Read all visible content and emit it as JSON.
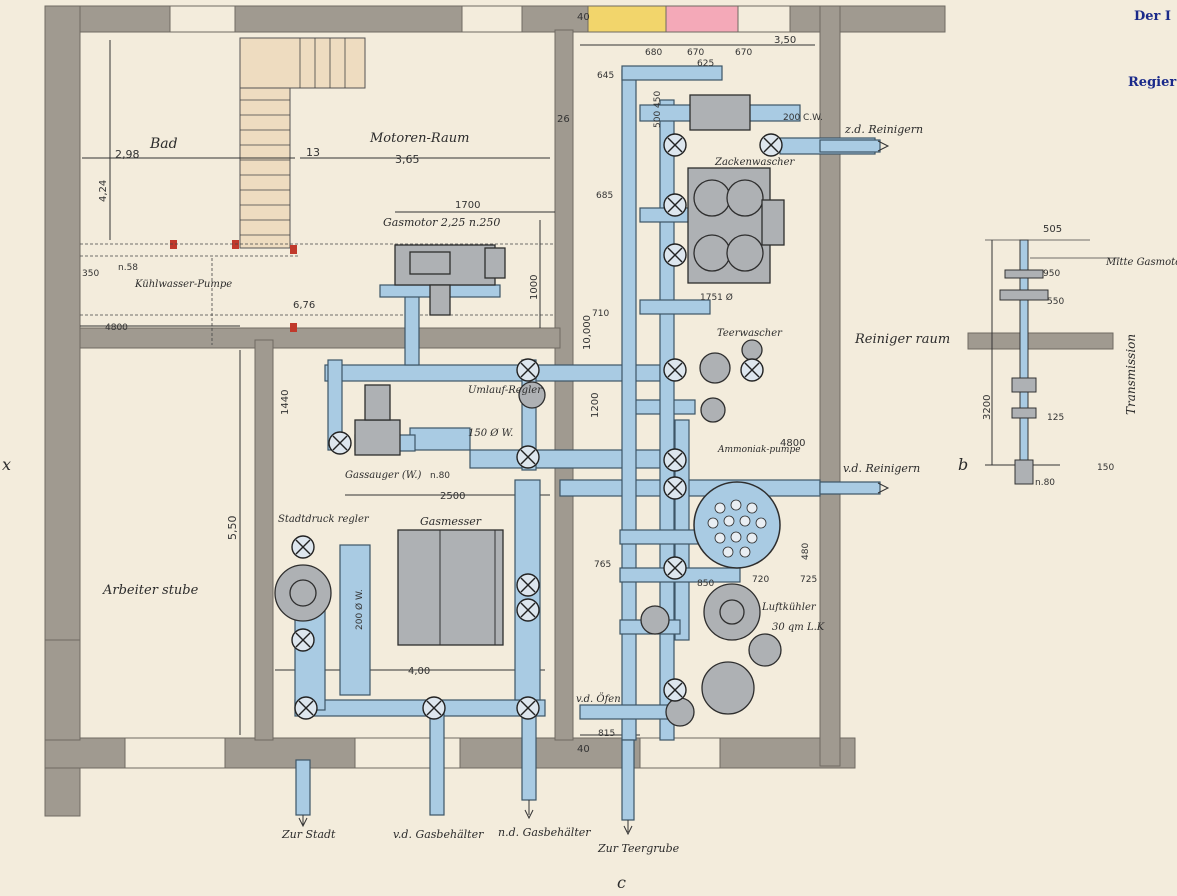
{
  "header": {
    "line1": "Der I",
    "line2": "Regier"
  },
  "rooms": {
    "bath": "Bad",
    "engine_room": "Motoren-Raum",
    "purifier_room": "Reiniger raum",
    "workers_room": "Arbeiter stube"
  },
  "equipment": {
    "gas_engine": "Gasmotor 2,25 n.250",
    "cooling_pump": "Kühlwasser-Pumpe",
    "gas_extractor": "Gassauger (W.)",
    "bypass_regulator": "Umlauf-Regler",
    "bypass_regulator_size": "150 Ø W.",
    "gas_meter": "Gasmesser",
    "city_pressure_regulator": "Stadtdruck regler",
    "tooth_washer": "Zackenwascher",
    "tar_washer": "Teerwascher",
    "ammonia_pump": "Ammoniak-pumpe",
    "air_cooler": "Luftkühler",
    "air_cooler_size": "30 qm L.K",
    "transmission": "Transmission",
    "gas_engine_center": "Mitte Gasmotor"
  },
  "outlets": {
    "to_city": "Zur Stadt",
    "from_gasholder": "v.d. Gasbehälter",
    "to_gasholder": "n.d. Gasbehälter",
    "to_tar_pit": "Zur Teergrube",
    "to_purifier_top": "z.d. Reinigern",
    "from_purifier": "v.d. Reinigern",
    "from_oven": "v.d. Öfen"
  },
  "dimensions": {
    "bath_width": "2,98",
    "bath_height": "4,24",
    "wall_13": "13",
    "engine_width": "3,65",
    "d_1700": "1700",
    "d_1000": "1000",
    "d_676": "6,76",
    "d_350": "350",
    "d_n58": "n.58",
    "d_4800": "4800",
    "d_550": "5,50",
    "d_2500": "2500",
    "d_400": "4,00",
    "d_200w": "200 Ø W.",
    "d_26": "26",
    "d_40a": "40",
    "d_40b": "40",
    "d_350b": "3,50",
    "d_680": "680",
    "d_670a": "670",
    "d_670b": "670",
    "d_625": "625",
    "d_645": "645",
    "d_500_450": "500 450",
    "d_200cw": "200 C.W.",
    "d_1751": "1751 Ø",
    "d_685": "685",
    "d_710": "710",
    "d_10000": "10,000",
    "d_1440": "1440",
    "d_1200": "1200",
    "d_4800b": "4800",
    "d_815": "815",
    "d_765": "765",
    "d_850": "850",
    "d_720": "720",
    "d_725": "725",
    "d_480": "480",
    "d_n80": "n.80",
    "d_505": "505",
    "d_950": "950",
    "d_550b": "550",
    "d_3200": "3200",
    "d_125": "125",
    "d_150": "150",
    "d_n80b": "n.80"
  },
  "markers": {
    "left_mark": "x",
    "right_mark": "b",
    "bottom_mark": "c"
  },
  "colors": {
    "paper": "#f3ecdc",
    "wall": "#a09a90",
    "pipe": "#a9cbe3",
    "equipment": "#aeb1b4",
    "yellow_tab": "#f2d56b",
    "pink_tab": "#f4a9b8",
    "stair": "#eedcc0",
    "red_post": "#c0392b",
    "header": "#1a2a8a"
  }
}
